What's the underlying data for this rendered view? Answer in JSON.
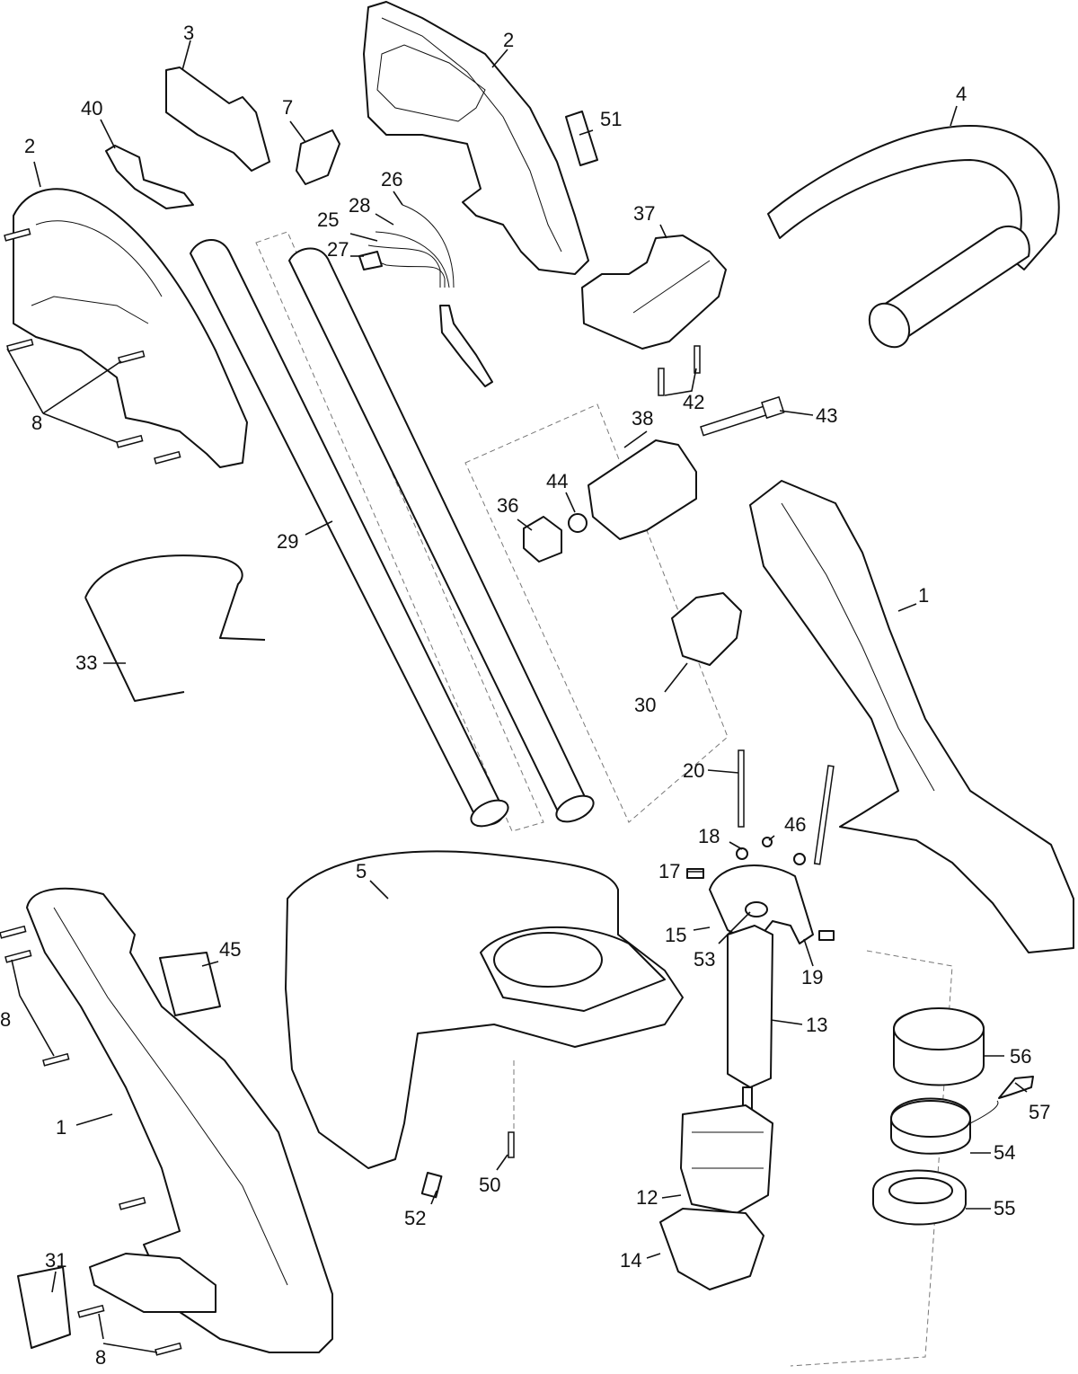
{
  "diagram": {
    "type": "exploded-parts-view",
    "callouts": [
      {
        "id": "c1a",
        "label": "1"
      },
      {
        "id": "c1b",
        "label": "1"
      },
      {
        "id": "c2a",
        "label": "2"
      },
      {
        "id": "c2b",
        "label": "2"
      },
      {
        "id": "c3",
        "label": "3"
      },
      {
        "id": "c4",
        "label": "4"
      },
      {
        "id": "c5",
        "label": "5"
      },
      {
        "id": "c7",
        "label": "7"
      },
      {
        "id": "c8a",
        "label": "8"
      },
      {
        "id": "c8b",
        "label": "8"
      },
      {
        "id": "c8c",
        "label": "8"
      },
      {
        "id": "c12",
        "label": "12"
      },
      {
        "id": "c13",
        "label": "13"
      },
      {
        "id": "c14",
        "label": "14"
      },
      {
        "id": "c15",
        "label": "15"
      },
      {
        "id": "c17",
        "label": "17"
      },
      {
        "id": "c18",
        "label": "18"
      },
      {
        "id": "c19",
        "label": "19"
      },
      {
        "id": "c20",
        "label": "20"
      },
      {
        "id": "c25",
        "label": "25"
      },
      {
        "id": "c26",
        "label": "26"
      },
      {
        "id": "c27",
        "label": "27"
      },
      {
        "id": "c28",
        "label": "28"
      },
      {
        "id": "c29",
        "label": "29"
      },
      {
        "id": "c30",
        "label": "30"
      },
      {
        "id": "c31",
        "label": "31"
      },
      {
        "id": "c33",
        "label": "33"
      },
      {
        "id": "c36",
        "label": "36"
      },
      {
        "id": "c37",
        "label": "37"
      },
      {
        "id": "c38",
        "label": "38"
      },
      {
        "id": "c40",
        "label": "40"
      },
      {
        "id": "c42",
        "label": "42"
      },
      {
        "id": "c43",
        "label": "43"
      },
      {
        "id": "c44",
        "label": "44"
      },
      {
        "id": "c45",
        "label": "45"
      },
      {
        "id": "c46",
        "label": "46"
      },
      {
        "id": "c50",
        "label": "50"
      },
      {
        "id": "c51",
        "label": "51"
      },
      {
        "id": "c52",
        "label": "52"
      },
      {
        "id": "c53",
        "label": "53"
      },
      {
        "id": "c54",
        "label": "54"
      },
      {
        "id": "c55",
        "label": "55"
      },
      {
        "id": "c56",
        "label": "56"
      },
      {
        "id": "c57",
        "label": "57"
      }
    ]
  }
}
